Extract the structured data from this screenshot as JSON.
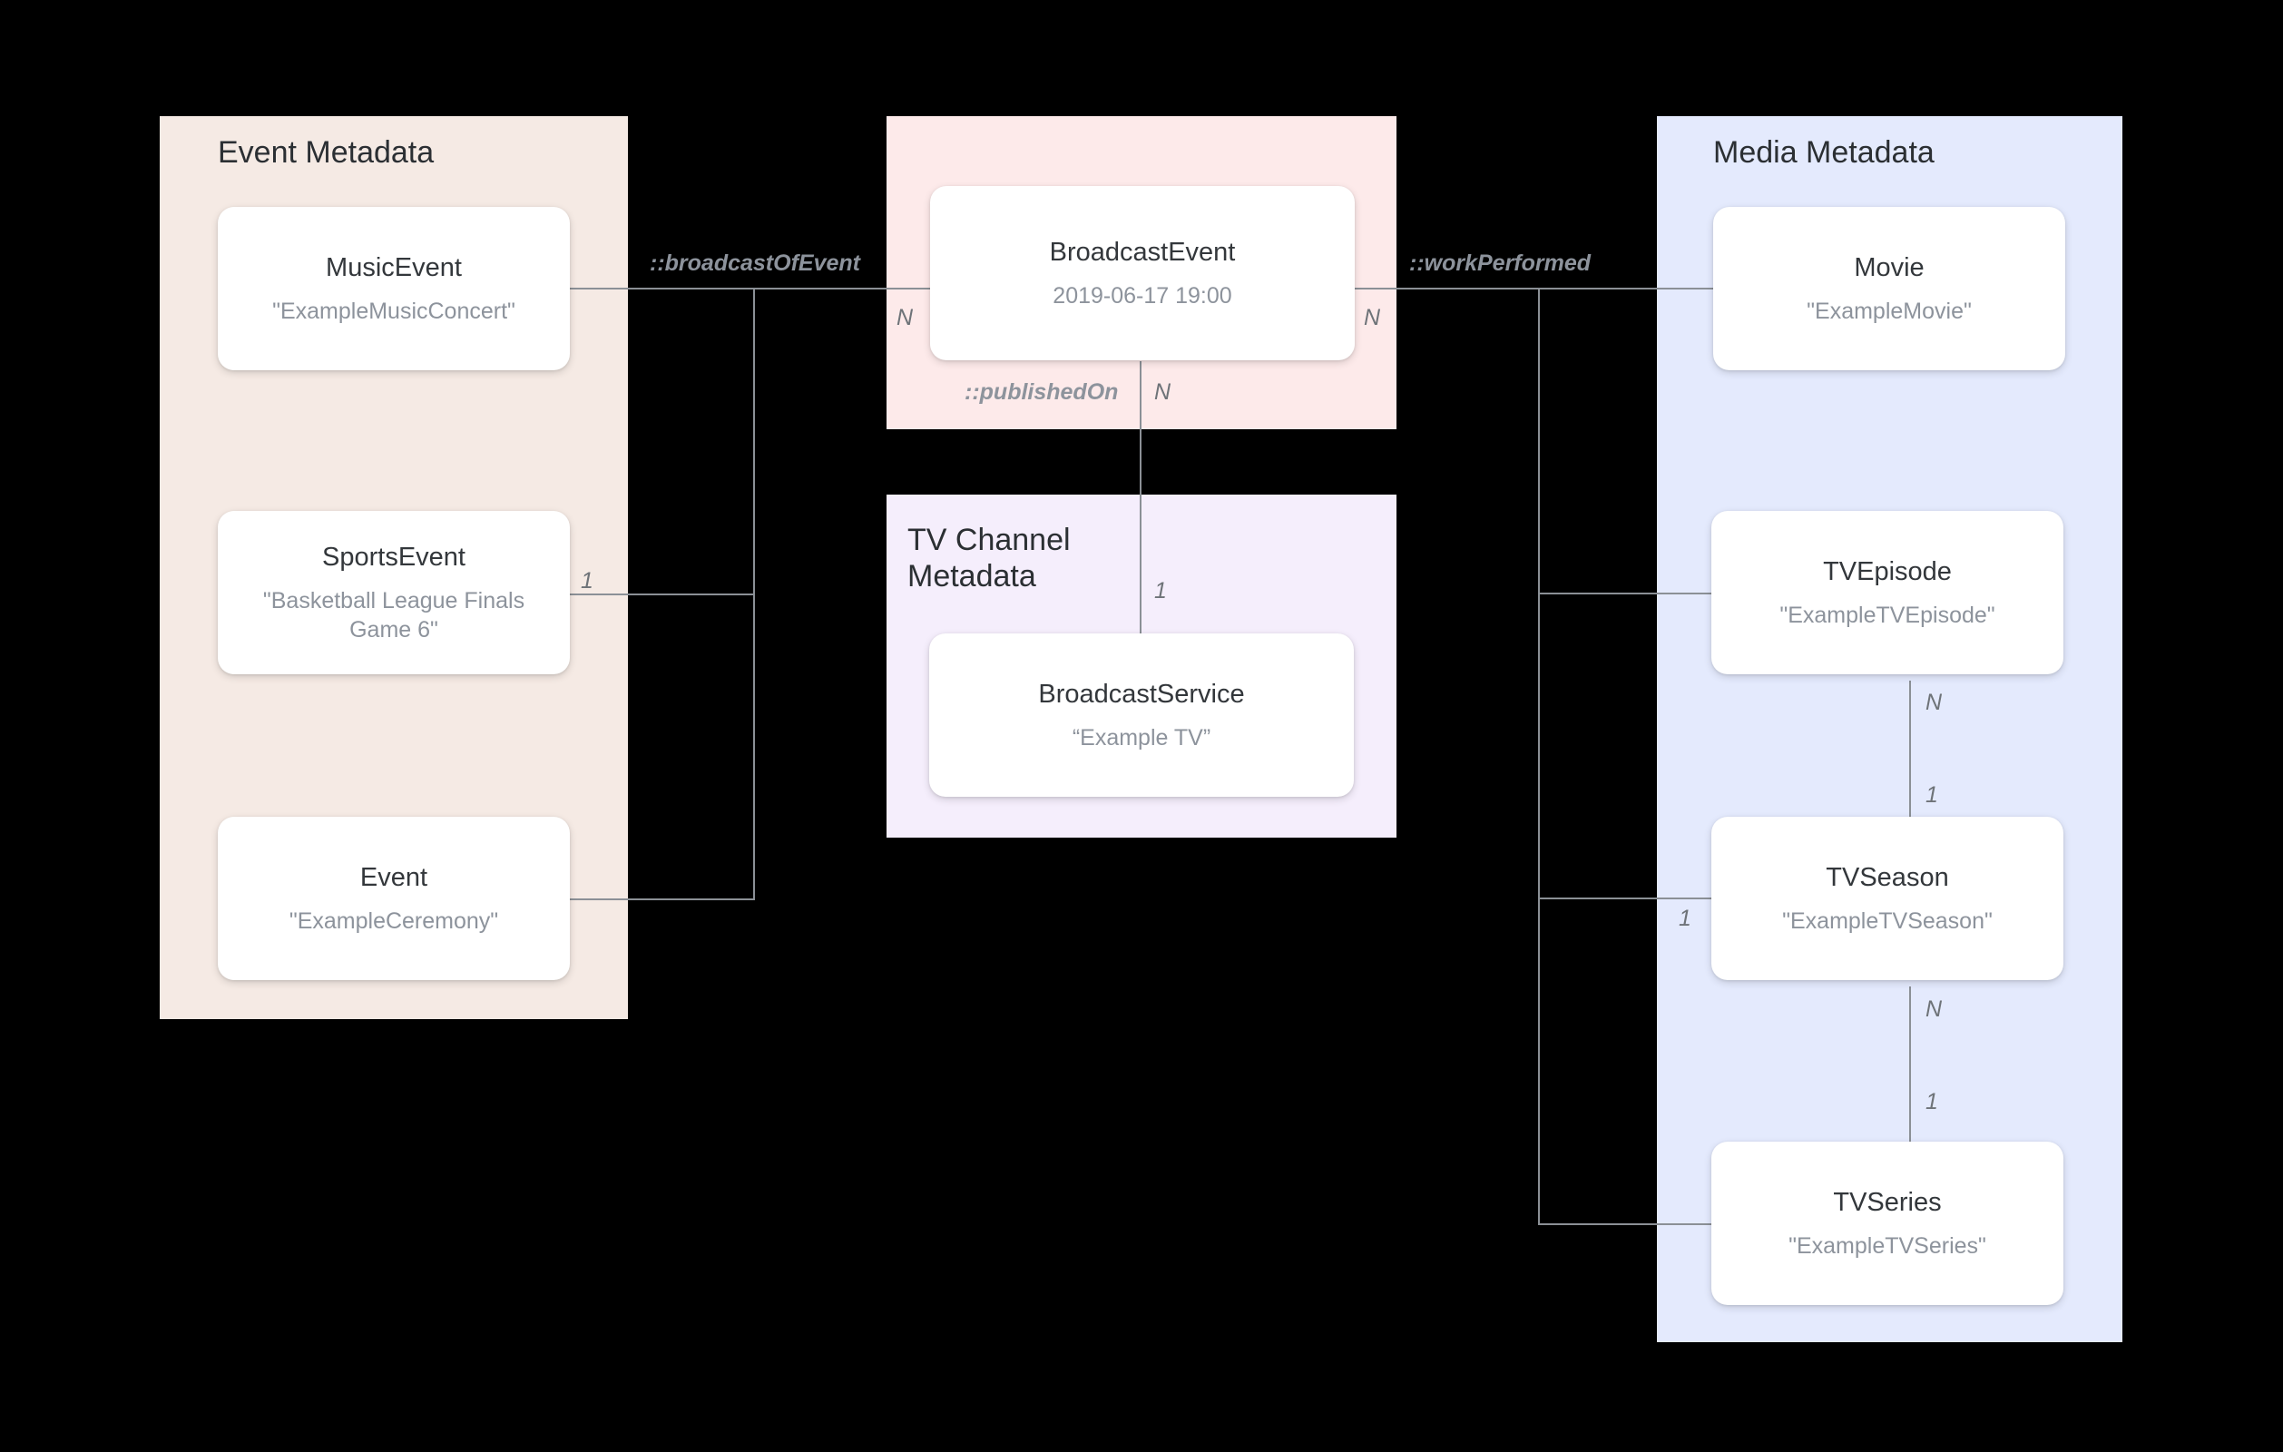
{
  "groups": [
    {
      "id": "event-metadata",
      "title": "Event Metadata",
      "color": "#f5eae4"
    },
    {
      "id": "broadcast",
      "title": "",
      "color": "#fdeaea"
    },
    {
      "id": "tv-channel",
      "title": "TV Channel\nMetadata",
      "color": "#f5eefc"
    },
    {
      "id": "media-metadata",
      "title": "Media Metadata",
      "color": "#e4eafd"
    }
  ],
  "entities": {
    "music_event": {
      "name": "MusicEvent",
      "value": "\"ExampleMusicConcert\""
    },
    "sports_event": {
      "name": "SportsEvent",
      "value": "\"Basketball League Finals Game 6\""
    },
    "event": {
      "name": "Event",
      "value": "\"ExampleCeremony\""
    },
    "broadcast_event": {
      "name": "BroadcastEvent",
      "value": "2019-06-17 19:00"
    },
    "broadcast_service": {
      "name": "BroadcastService",
      "value": "“Example TV”"
    },
    "movie": {
      "name": "Movie",
      "value": "\"ExampleMovie\""
    },
    "tv_episode": {
      "name": "TVEpisode",
      "value": "\"ExampleTVEpisode\""
    },
    "tv_season": {
      "name": "TVSeason",
      "value": "\"ExampleTVSeason\""
    },
    "tv_series": {
      "name": "TVSeries",
      "value": "\"ExampleTVSeries\""
    }
  },
  "relations": {
    "broadcast_of_event": "::broadcastOfEvent",
    "published_on": "::publishedOn",
    "work_performed": "::workPerformed"
  },
  "cardinalities": {
    "sports_event_one": "1",
    "broadcast_event_left_n": "N",
    "broadcast_event_right_n": "N",
    "published_on_n": "N",
    "broadcast_service_one": "1",
    "episode_to_season_n": "N",
    "season_from_episode_one": "1",
    "season_to_series_n": "N",
    "series_from_season_one": "1",
    "tv_season_one": "1"
  },
  "colors": {
    "line": "#8b9096",
    "card_bg": "#ffffff",
    "card_name": "#33373b",
    "card_value": "#8d939c",
    "title_text": "#2b2f33",
    "canvas_bg": "#000000"
  }
}
